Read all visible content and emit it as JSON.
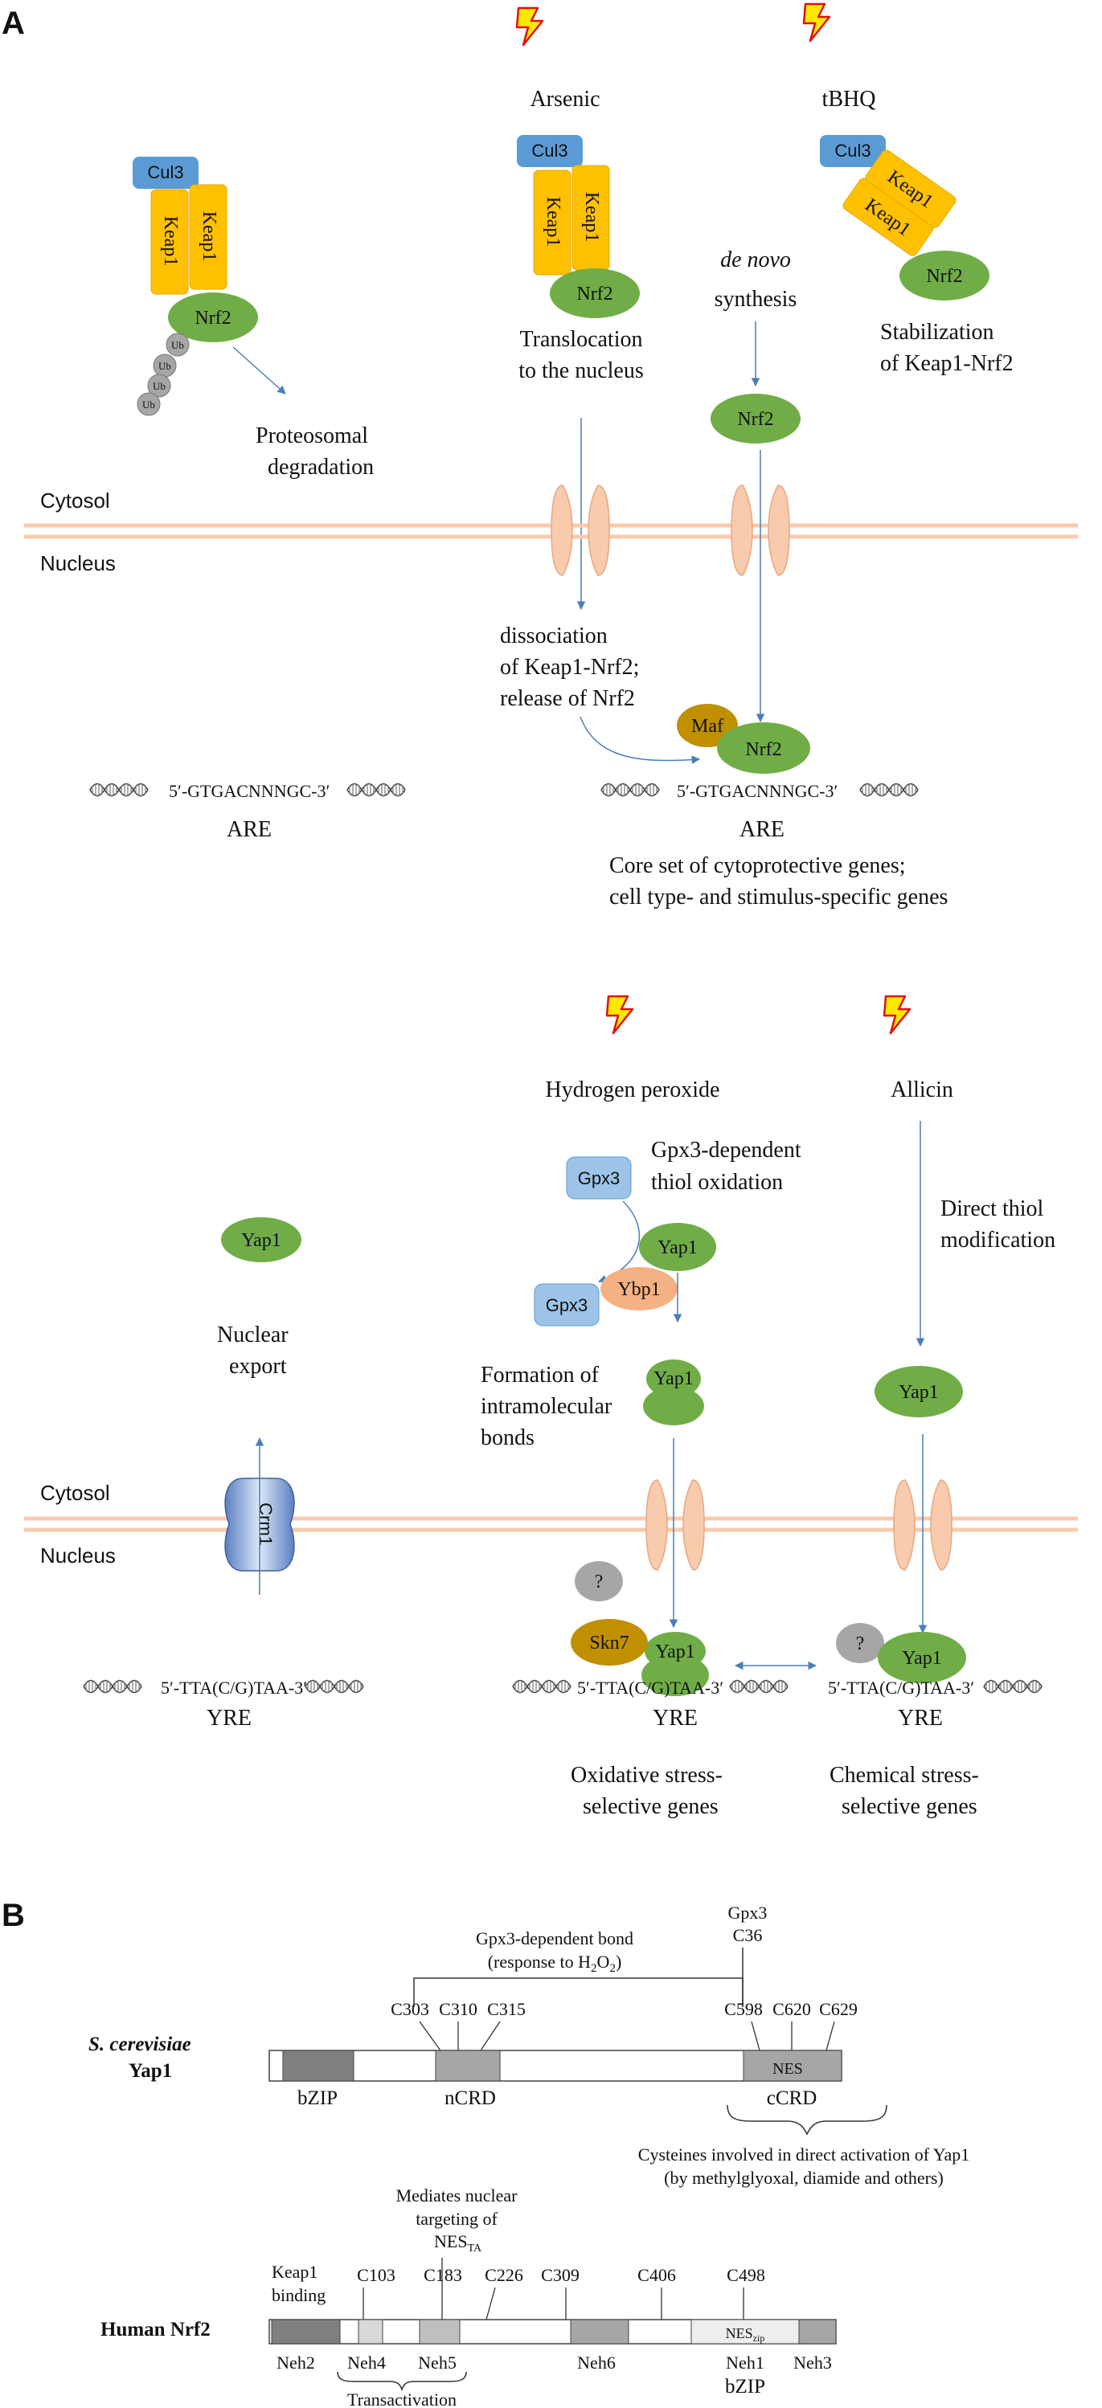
{
  "panelA": {
    "label": "A",
    "nrf2": {
      "stressors": {
        "arsenic": "Arsenic",
        "tbhq": "tBHQ"
      },
      "cul3": "Cul3",
      "keap1": "Keap1",
      "nrf2": "Nrf2",
      "ub": "Ub",
      "maf": "Maf",
      "proteosomal": [
        "Proteosomal",
        "degradation"
      ],
      "translocation": [
        "Translocation",
        "to the nucleus"
      ],
      "denovo": [
        "de novo",
        "synthesis"
      ],
      "stabilization": [
        "Stabilization",
        "of Keap1-Nrf2"
      ],
      "cytosol": "Cytosol",
      "nucleus": "Nucleus",
      "dissociation": [
        "dissociation",
        "of Keap1-Nrf2;",
        "release of Nrf2"
      ],
      "are_seq": "5′-GTGACNNNGC-3′",
      "are": "ARE",
      "core_genes": [
        "Core set of cytoprotective genes;",
        "cell type- and stimulus-specific  genes"
      ]
    },
    "yap1": {
      "stressors": {
        "h2o2": "Hydrogen peroxide",
        "allicin": "Allicin"
      },
      "yap1": "Yap1",
      "gpx3": "Gpx3",
      "ybp1": "Ybp1",
      "skn7": "Skn7",
      "crm1": "Crm1",
      "question": "?",
      "gpx3_oxidation": [
        "Gpx3-dependent",
        "thiol oxidation"
      ],
      "direct_thiol": [
        "Direct thiol",
        "modification"
      ],
      "nuclear_export": [
        "Nuclear",
        "export"
      ],
      "formation": [
        "Formation of",
        "intramolecular",
        "bonds"
      ],
      "cytosol": "Cytosol",
      "nucleus": "Nucleus",
      "yre_seq": "5′-TTA(C/G)TAA-3′",
      "yre": "YRE",
      "oxidative_genes": [
        "Oxidative stress-",
        "selective genes"
      ],
      "chemical_genes": [
        "Chemical stress-",
        "selective genes"
      ]
    }
  },
  "panelB": {
    "label": "B",
    "yap1_protein": {
      "species": "S. cerevisiae",
      "name": "Yap1",
      "gpx3_bond": "Gpx3-dependent bond",
      "response_pre": "(response to H",
      "response_sub": "2",
      "response_mid": "O",
      "response_sub2": "2",
      "response_post": ")",
      "gpx3": "Gpx3",
      "c36": "C36",
      "ncrd_cys": [
        "C303",
        "C310",
        "C315"
      ],
      "ccrd_cys": [
        "C598",
        "C620",
        "C629"
      ],
      "nes": "NES",
      "bzip": "bZIP",
      "ncrd": "nCRD",
      "ccrd": "cCRD",
      "cys_note": [
        "Cysteines involved in direct activation of Yap1",
        "(by methylglyoxal, diamide and others)"
      ]
    },
    "nrf2_protein": {
      "name": "Human Nrf2",
      "keap1_binding": [
        "Keap1",
        "binding"
      ],
      "mediates": [
        "Mediates nuclear",
        "targeting of"
      ],
      "nes_ta": "NES",
      "nes_ta_sub": "TA",
      "nes_zip": "NES",
      "nes_zip_sub": "zip",
      "cys": [
        "C103",
        "C183",
        "C226",
        "C309",
        "C406",
        "C498"
      ],
      "domains": [
        "Neh2",
        "Neh4",
        "Neh5",
        "Neh6",
        "Neh1",
        "Neh3"
      ],
      "bzip": "bZIP",
      "transactivation": "Transactivation"
    }
  },
  "colors": {
    "cul3": "#5b9bd5",
    "keap1": "#ffc000",
    "nrf2_green": "#70ad47",
    "membrane": "#f8cbad",
    "maf": "#c09000",
    "gpx3": "#9dc3e6",
    "ybp1": "#f4b183",
    "arrow": "#4a7ebb",
    "lightning": "#ffe800"
  }
}
